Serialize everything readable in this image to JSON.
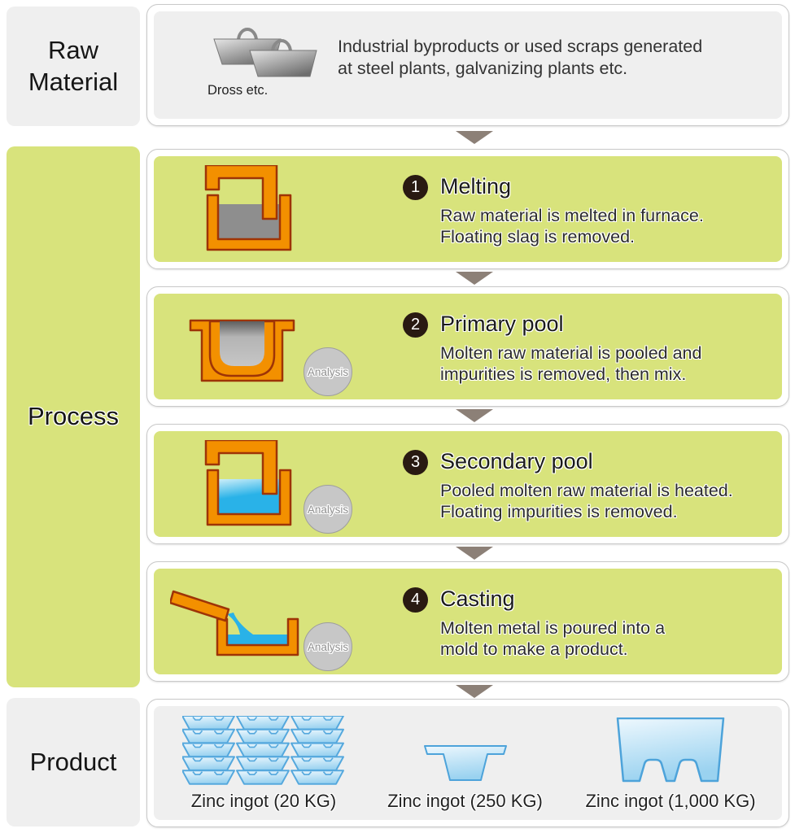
{
  "left_labels": {
    "raw_material": "Raw\nMaterial",
    "process": "Process",
    "product": "Product"
  },
  "raw_material_panel": {
    "icon_caption": "Dross etc.",
    "description": "Industrial byproducts or used scraps generated\nat steel plants, galvanizing plants etc."
  },
  "steps": [
    {
      "number": "1",
      "title": "Melting",
      "description": "Raw material is melted in furnace.\nFloating slag is removed."
    },
    {
      "number": "2",
      "title": "Primary pool",
      "description": "Molten raw material is pooled and\nimpurities is removed, then mix.",
      "analysis_label": "Analysis"
    },
    {
      "number": "3",
      "title": "Secondary pool",
      "description": "Pooled molten raw material is heated.\nFloating impurities is removed.",
      "analysis_label": "Analysis"
    },
    {
      "number": "4",
      "title": "Casting",
      "description": "Molten metal is poured into a\nmold to make a product.",
      "analysis_label": "Analysis"
    }
  ],
  "products": [
    {
      "label": "Zinc ingot (20 KG)"
    },
    {
      "label": "Zinc ingot (250 KG)"
    },
    {
      "label": "Zinc ingot (1,000 KG)"
    }
  ],
  "colors": {
    "process_green": "#d8e37c",
    "panel_gray": "#efefef",
    "panel_border": "#c9c9c9",
    "arrow": "#8c8077",
    "furnace_orange": "#f39000",
    "furnace_outline": "#9e3407",
    "molten_gray": "#8e8e8e",
    "molten_blue": "#29b2e8",
    "ingot_blue_stroke": "#55a8dd",
    "badge_background": "#291a12",
    "analysis_circle": "#c7c7c7"
  }
}
